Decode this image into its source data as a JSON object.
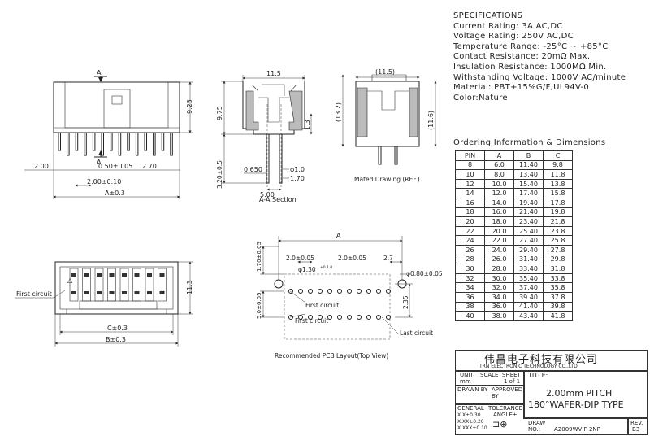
{
  "specifications": {
    "heading": "SPECIFICATIONS",
    "lines": [
      "Current Rating: 3A AC,DC",
      "Voltage Rating: 250V AC,DC",
      "Temperature Range: -25°C ~ +85°C",
      "Contact Resistance: 20mΩ Max.",
      "Insulation Resistance: 1000MΩ Min.",
      "Withstanding Voltage: 1000V AC/minute",
      "Material: PBT+15%G/F,UL94V-0",
      "Color:Nature"
    ]
  },
  "ordering": {
    "heading": "Ordering Information & Dimensions",
    "columns": [
      "PIN",
      "A",
      "B",
      "C"
    ],
    "rows": [
      [
        "8",
        "6.0",
        "11.40",
        "9.8"
      ],
      [
        "10",
        "8.0",
        "13.40",
        "11.8"
      ],
      [
        "12",
        "10.0",
        "15.40",
        "13.8"
      ],
      [
        "14",
        "12.0",
        "17.40",
        "15.8"
      ],
      [
        "16",
        "14.0",
        "19.40",
        "17.8"
      ],
      [
        "18",
        "16.0",
        "21.40",
        "19.8"
      ],
      [
        "20",
        "18.0",
        "23.40",
        "21.8"
      ],
      [
        "22",
        "20.0",
        "25.40",
        "23.8"
      ],
      [
        "24",
        "22.0",
        "27.40",
        "25.8"
      ],
      [
        "26",
        "24.0",
        "29.40",
        "27.8"
      ],
      [
        "28",
        "26.0",
        "31.40",
        "29.8"
      ],
      [
        "30",
        "28.0",
        "33.40",
        "31.8"
      ],
      [
        "32",
        "30.0",
        "35.40",
        "33.8"
      ],
      [
        "34",
        "32.0",
        "37.40",
        "35.8"
      ],
      [
        "36",
        "34.0",
        "39.40",
        "37.8"
      ],
      [
        "38",
        "36.0",
        "41.40",
        "39.8"
      ],
      [
        "40",
        "38.0",
        "43.40",
        "41.8"
      ]
    ]
  },
  "front_view": {
    "section_mark": "A",
    "dim_height": "9.25",
    "dim_left": "2.00",
    "dim_pitch": "0.50±0.05",
    "dim_right": "2.70",
    "dim_spacing": "2.00±0.10",
    "dim_a": "A±0.3"
  },
  "section_view": {
    "dim_width": "11.5",
    "dim_height": "9.75",
    "dim_side": "1.3",
    "dim_offset": "0.650",
    "dim_base": "5.00",
    "dim_hole": "φ1.0",
    "dim_hole_pitch": "1.70",
    "dim_pin_len": "3.20±0.5",
    "caption": "A-A Section"
  },
  "mated_view": {
    "dim_width": "(11.5)",
    "dim_height_left": "(13.2)",
    "dim_height_right": "(11.6)",
    "caption": "Mated Drawing (REF.)"
  },
  "top_view": {
    "first_circuit": "First circuit",
    "dim_height": "11.3",
    "dim_c": "C±0.3",
    "dim_b": "B±0.3",
    "triangle_mark": "△",
    "x_mark": "x"
  },
  "pcb_layout": {
    "dim_a": "A",
    "dim_pitch_1": "2.0±0.05",
    "dim_pitch_2": "2.0±0.05",
    "dim_edge": "2.7",
    "dim_peg": "φ1.30",
    "dim_peg_tol": "+0.1 0",
    "dim_hole": "φ0.80±0.05",
    "dim_top": "1.70±0.05",
    "dim_rows": "5.0±0.05",
    "dim_row_gap": "2.35",
    "first_circuit_1": "First circuit",
    "first_circuit_2": "First circuit",
    "last_circuit": "Last circuit",
    "caption": "Recommended PCB Layout(Top View)"
  },
  "title_block": {
    "company_cn": "伟昌电子科技有限公司",
    "company_en": "TRN ELECTRONIC TECHNOLOGY CO.,LTD",
    "unit_label": "UNIT",
    "unit_value": "mm",
    "scale_label": "SCALE",
    "sheet_label": "SHEET",
    "sheet_value": "1 of 1",
    "title_label": "TITLE:",
    "title_line1": "2.00mm PITCH",
    "title_line2": "180°WAFER-DIP TYPE",
    "drawn_label": "DRAWN BY",
    "approved_label": "APPROVED BY",
    "general_label": "GENERAL",
    "tolerance_label": "TOLERANCE",
    "angle_label": "ANGLE±",
    "tol_1": "X.X±0.30",
    "tol_2": "X.XX±0.20",
    "tol_3": "X.XXX±0.10",
    "draw_no_label": "DRAW NO.:",
    "draw_no": "A2009WV-F-2NP",
    "rev_label": "REV.",
    "rev_value": "B3"
  }
}
